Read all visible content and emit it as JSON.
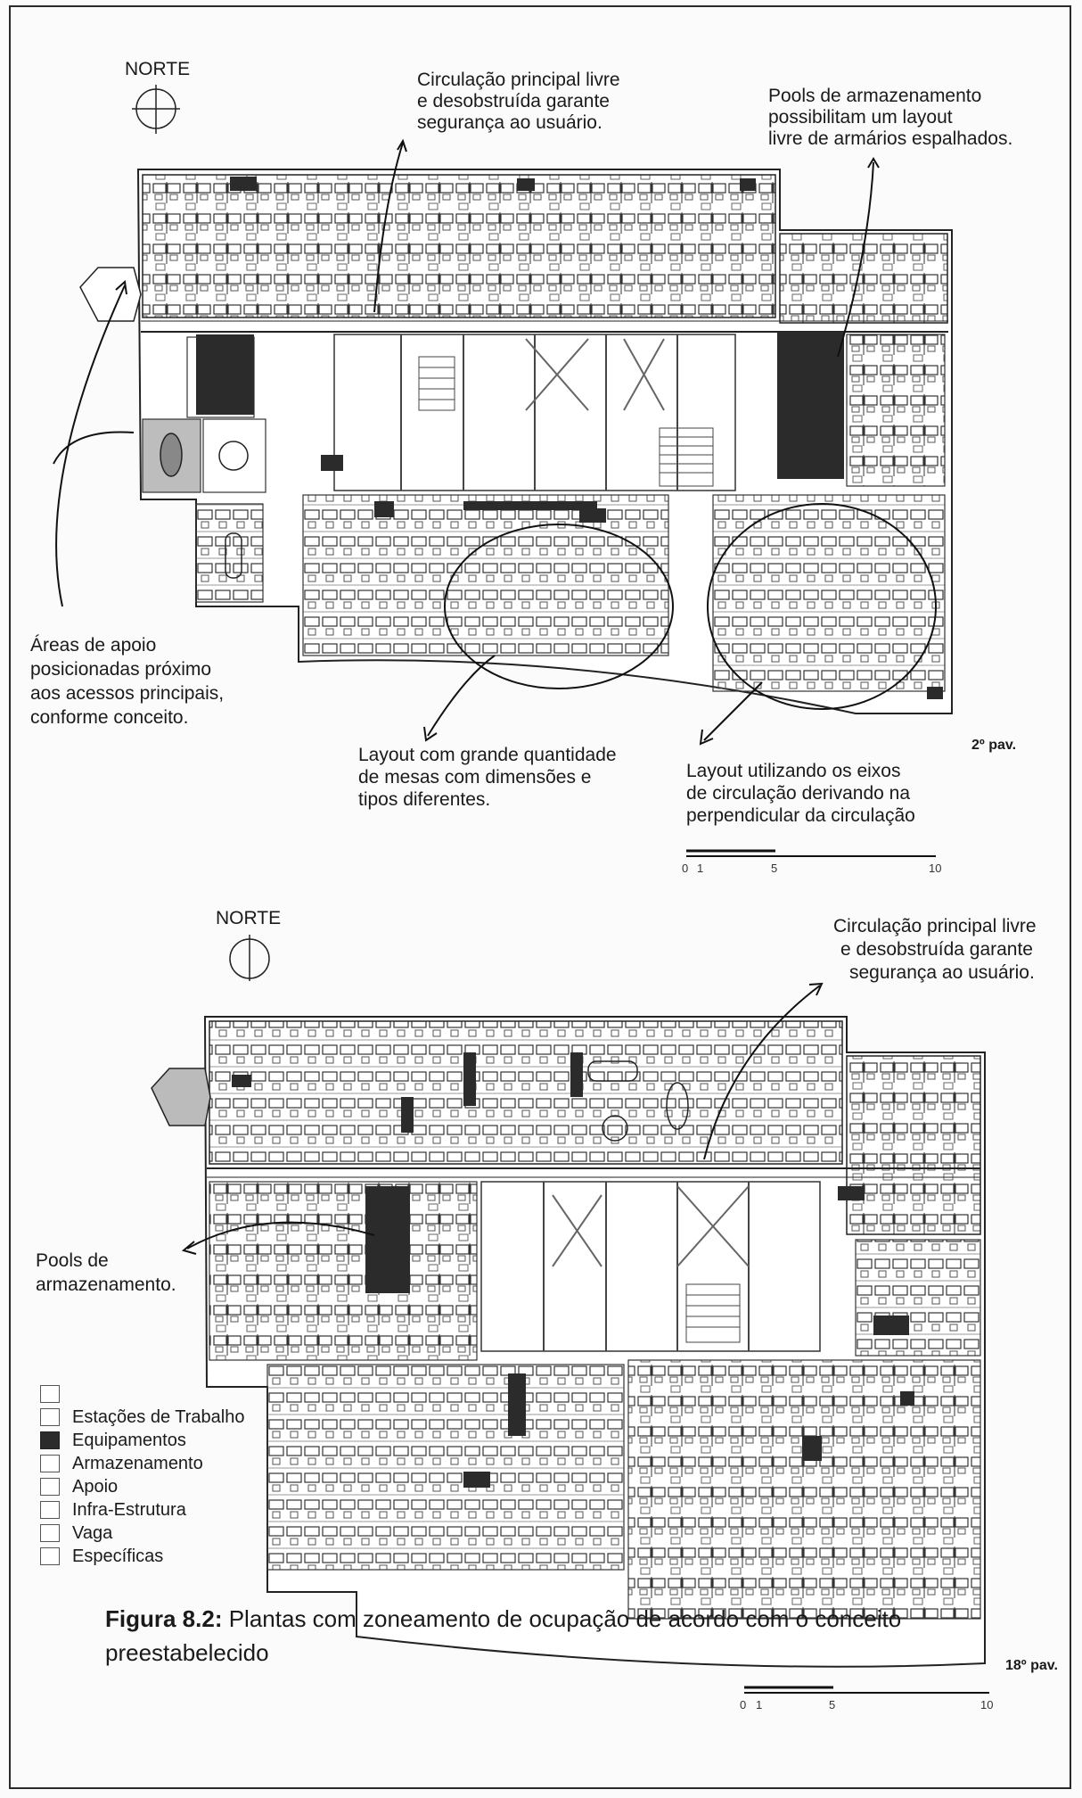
{
  "plan_top": {
    "north": "NORTE",
    "notes": {
      "circulacao": [
        "Circulação principal livre",
        "e desobstruída garante",
        "segurança ao usuário."
      ],
      "pools": [
        "Pools de armazenamento",
        "possibilitam um layout",
        "livre de armários espalhados."
      ],
      "apoio": [
        "Áreas de apoio",
        "posicionadas próximo",
        "aos acessos principais,",
        "conforme conceito."
      ],
      "mesas": [
        "Layout com grande quantidade",
        "de mesas com dimensões e",
        "tipos diferentes."
      ],
      "eixos": [
        "Layout utilizando os eixos",
        "de circulação derivando na",
        "perpendicular da circulação"
      ]
    },
    "floor": "2º pav.",
    "scale": [
      "0",
      "1",
      "5",
      "10"
    ]
  },
  "plan_bottom": {
    "north": "NORTE",
    "notes": {
      "circulacao": [
        "Circulação principal livre",
        "e desobstruída garante",
        "segurança ao usuário."
      ],
      "pools": [
        "Pools de",
        "armazenamento."
      ]
    },
    "floor": "18º pav.",
    "scale": [
      "0",
      "1",
      "5",
      "10"
    ]
  },
  "legend": [
    {
      "label": "",
      "color": "#ffffff"
    },
    {
      "label": "Estações de Trabalho",
      "color": "#ffffff"
    },
    {
      "label": "Equipamentos",
      "color": "#2b2b2b"
    },
    {
      "label": "Armazenamento",
      "color": "#ffffff"
    },
    {
      "label": "Apoio",
      "color": "#ffffff"
    },
    {
      "label": "Infra-Estrutura",
      "color": "#ffffff"
    },
    {
      "label": "Vaga",
      "color": "#ffffff"
    },
    {
      "label": "Específicas",
      "color": "#ffffff"
    }
  ],
  "caption": {
    "label": "Figura 8.2:",
    "text": "Plantas com zoneamento de ocupação de acordo com o conceito preestabelecido"
  }
}
